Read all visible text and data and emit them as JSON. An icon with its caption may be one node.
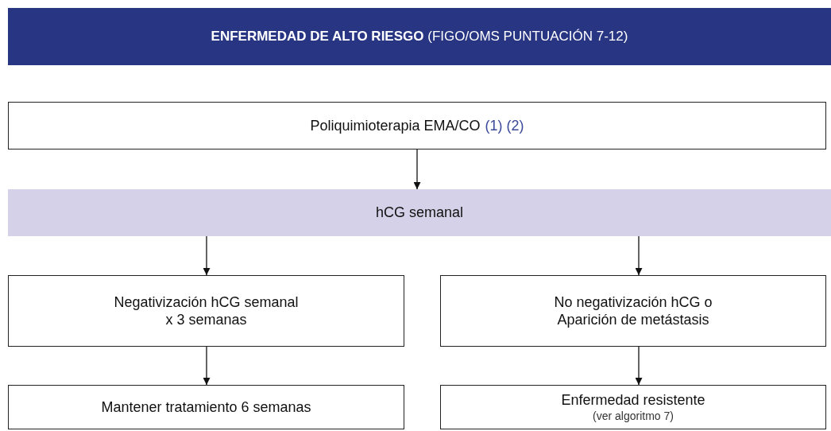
{
  "diagram": {
    "nodes": [
      {
        "text": [
          "**ENFERMEDAD DE ALTO RIESGO** (FIGO/OMS PUNTUACIÓN 7-12)"
        ]
      },
      {
        "text": [
          "Poliquimioterapia EMA/CO",
          "(1) (2)"
        ]
      },
      {
        "text": [
          "hCG semanal"
        ]
      },
      {
        "text": [
          "Negativización hCG semanal x 3 semanas"
        ]
      },
      {
        "text": [
          "No negativización hCG o Aparición de metástasis"
        ]
      },
      {
        "text": [
          "Mantener tratamiento 6 semanas"
        ]
      },
      {
        "text": [
          "Enfermedad resistente",
          "(ver algoritmo 7)"
        ]
      }
    ],
    "edges": [
      {
        "from": 1,
        "to": 2,
        "arrow": "to"
      },
      {
        "from": 2,
        "to": 3,
        "arrow": "to"
      },
      {
        "from": 2,
        "to": 4,
        "arrow": "to"
      },
      {
        "from": 3,
        "to": 5,
        "arrow": "to"
      },
      {
        "from": 4,
        "to": 6,
        "arrow": "to"
      }
    ]
  }
}
